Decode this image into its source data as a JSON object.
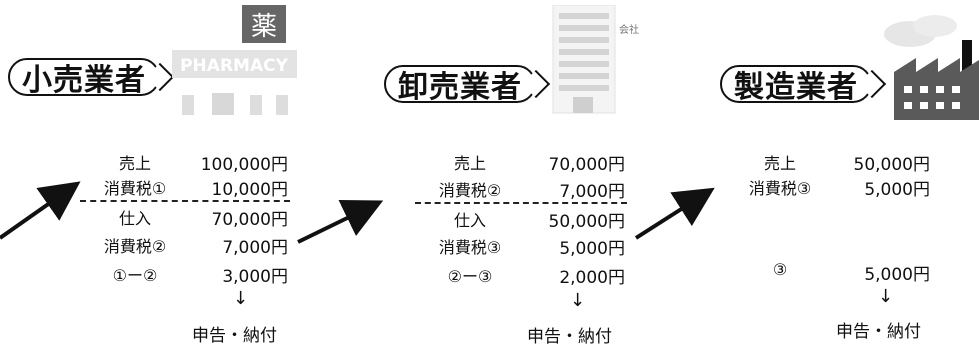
{
  "retailer": {
    "title": "小売業者",
    "sign": "薬",
    "store_sign": "PHARMACY",
    "rows": [
      {
        "label": "売上",
        "value": "100,000円"
      },
      {
        "label": "消費税①",
        "value": "10,000円"
      },
      {
        "label": "仕入",
        "value": "70,000円"
      },
      {
        "label": "消費税②",
        "value": "7,000円"
      },
      {
        "label": "①ー②",
        "value": "3,000円"
      }
    ],
    "arrow": "↓",
    "report": "申告・納付"
  },
  "wholesaler": {
    "title": "卸売業者",
    "sign": "会社",
    "rows": [
      {
        "label": "売上",
        "value": "70,000円"
      },
      {
        "label": "消費税②",
        "value": "7,000円"
      },
      {
        "label": "仕入",
        "value": "50,000円"
      },
      {
        "label": "消費税③",
        "value": "5,000円"
      },
      {
        "label": "②ー③",
        "value": "2,000円"
      }
    ],
    "arrow": "↓",
    "report": "申告・納付"
  },
  "manufacturer": {
    "title": "製造業者",
    "rows": [
      {
        "label": "売上",
        "value": "50,000円"
      },
      {
        "label": "消費税③",
        "value": "5,000円"
      },
      {
        "label": "③",
        "value": "5,000円"
      }
    ],
    "arrow": "↓",
    "report": "申告・納付"
  }
}
